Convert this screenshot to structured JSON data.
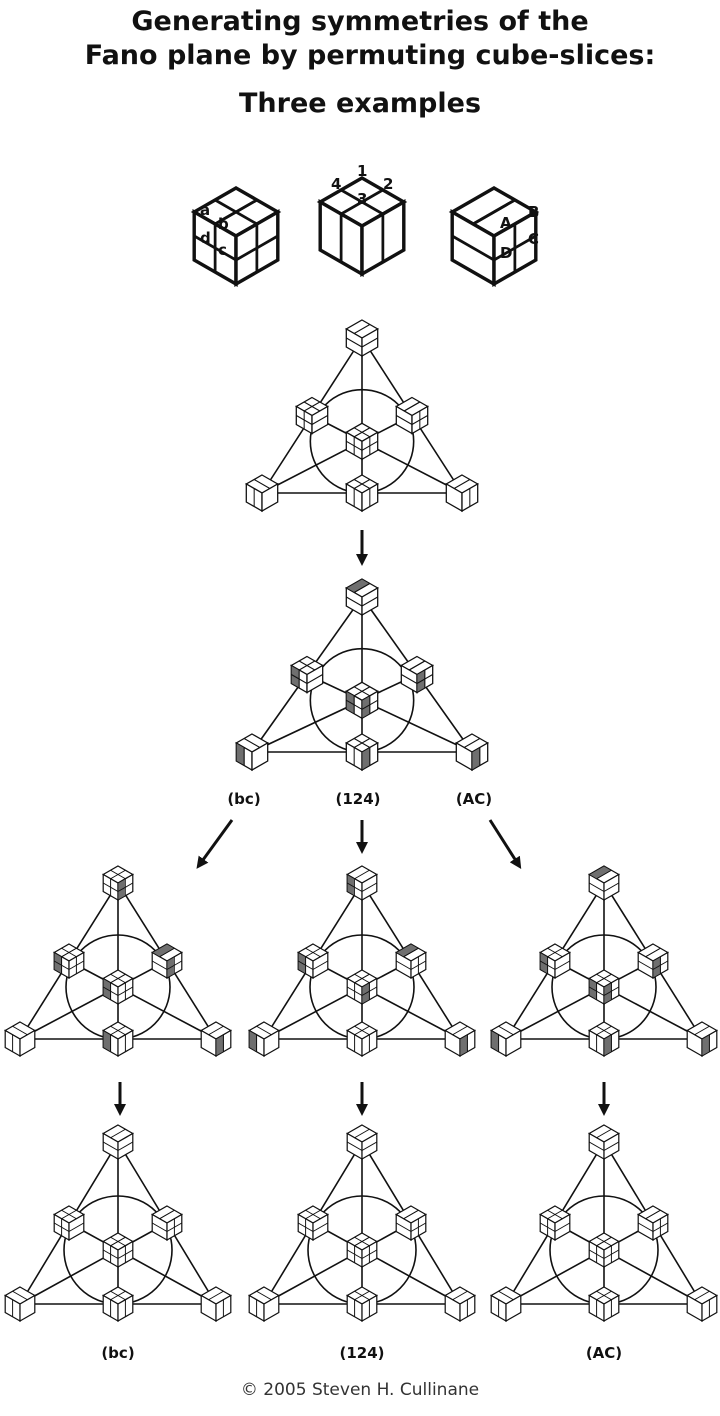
{
  "title": {
    "line1": "Generating symmetries of the",
    "line2": "Fano plane by permuting cube-slices:",
    "line3": "Three examples"
  },
  "key_cubes": [
    {
      "labels": [
        "a",
        "b",
        "c",
        "d"
      ]
    },
    {
      "labels": [
        "1",
        "2",
        "3",
        "4"
      ]
    },
    {
      "labels": [
        "A",
        "B",
        "C",
        "D"
      ]
    }
  ],
  "permutations": [
    "(bc)",
    "(124)",
    "(AC)"
  ],
  "bottom_labels": [
    "(bc)",
    "(124)",
    "(AC)"
  ],
  "copyright": "© 2005 Steven H. Cullinane",
  "colors": {
    "ink": "#111111",
    "shade": "#6f6f6f",
    "paper": "#ffffff"
  }
}
